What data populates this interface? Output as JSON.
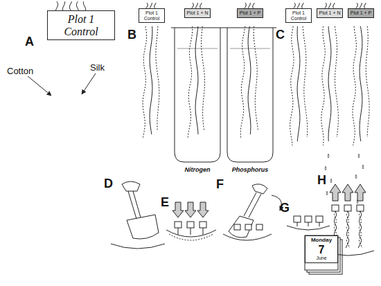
{
  "diagram": {
    "nodes": [
      {
        "text": [
          "Plot 1 Control"
        ]
      },
      {
        "text": [
          "Plot 1 Control"
        ]
      },
      {
        "text": [
          "Plot 1 + N"
        ]
      },
      {
        "text": [
          "Plot 1 + P"
        ]
      },
      {
        "text": [
          "Plot 1 Control"
        ]
      },
      {
        "text": [
          "Plot 1 + N"
        ]
      },
      {
        "text": [
          "Plot 1 + P"
        ]
      },
      {
        "text": [
          "Monday",
          "7",
          "June"
        ]
      }
    ],
    "labels": [
      "A",
      "Cotton",
      "Silk",
      "B",
      "Nitrogen",
      "Phosphorus",
      "C",
      "D",
      "E",
      "F",
      "G",
      "H"
    ]
  }
}
